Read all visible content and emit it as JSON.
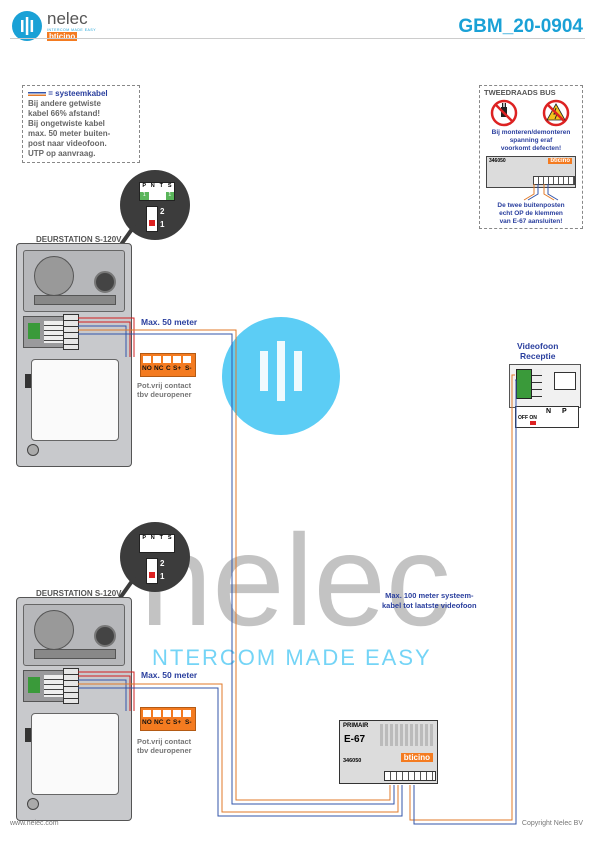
{
  "header": {
    "logo_brand": "nelec",
    "logo_tagline": "INTERCOM MADE EASY",
    "logo_sub": "bticino",
    "document_id": "GBM_20-0904"
  },
  "legend_note": {
    "line1": "= systeemkabel",
    "line2": "Bij andere getwiste",
    "line3": "kabel 66% afstand!",
    "line4": "Bij ongetwiste kabel",
    "line5": "max. 50 meter buiten-",
    "line6": "post naar videofoon.",
    "line7": "UTP op aanvraag."
  },
  "warning_box": {
    "title": "TWEEDRAADS BUS",
    "warn1": "Bij monteren/demonteren",
    "warn2": "spanning eraf",
    "warn3": "voorkomt defecten!",
    "module_code": "346050",
    "module_brand": "bticino",
    "bottom1": "De twee buitenposten",
    "bottom2": "echt OP de klemmen",
    "bottom3": "van E-67 aansluiten!"
  },
  "dip_top": {
    "headers": [
      "P",
      "N",
      "T",
      "S"
    ],
    "values": [
      "1",
      "",
      "",
      "1"
    ],
    "sw_top": "2",
    "sw_bot": "1"
  },
  "dip_bottom": {
    "headers": [
      "P",
      "N",
      "T",
      "S"
    ],
    "values": [
      "",
      "",
      "",
      ""
    ],
    "sw_top": "2",
    "sw_bot": "1"
  },
  "station1": {
    "title": "DEURSTATION S-120V",
    "cable_label": "Max. 50 meter",
    "relay_terms": [
      "NO",
      "NC",
      "C",
      "S+",
      "S-"
    ],
    "relay_caption1": "Pot.vrij contact",
    "relay_caption2": "tbv deuropener"
  },
  "station2": {
    "title": "DEURSTATION S-120V",
    "cable_label": "Max. 50 meter",
    "relay_terms": [
      "NO",
      "NC",
      "C",
      "S+",
      "S-"
    ],
    "relay_caption1": "Pot.vrij contact",
    "relay_caption2": "tbv deuropener"
  },
  "videofoon": {
    "title1": "Videofoon",
    "title2": "Receptie",
    "np_labels": [
      "N",
      "P"
    ],
    "switch_label": "OFF ON"
  },
  "system_cable_note": {
    "line1": "Max. 100 meter systeem-",
    "line2": "kabel tot laatste videofoon"
  },
  "e67": {
    "primair": "PRIMAIR",
    "name": "E-67",
    "code": "346050",
    "brand": "bticino"
  },
  "watermark": {
    "brand": "nelec",
    "tagline": "NTERCOM MADE EASY"
  },
  "footer": {
    "left": "www.nelec.com",
    "right": "Copyright Nelec BV"
  },
  "colors": {
    "accent": "#1aa1d6",
    "label_blue": "#2a3f9e",
    "relay_orange": "#f47b20",
    "wire_orange": "#e07a2a",
    "wire_blue": "#3355aa",
    "wire_red": "#d22020"
  }
}
